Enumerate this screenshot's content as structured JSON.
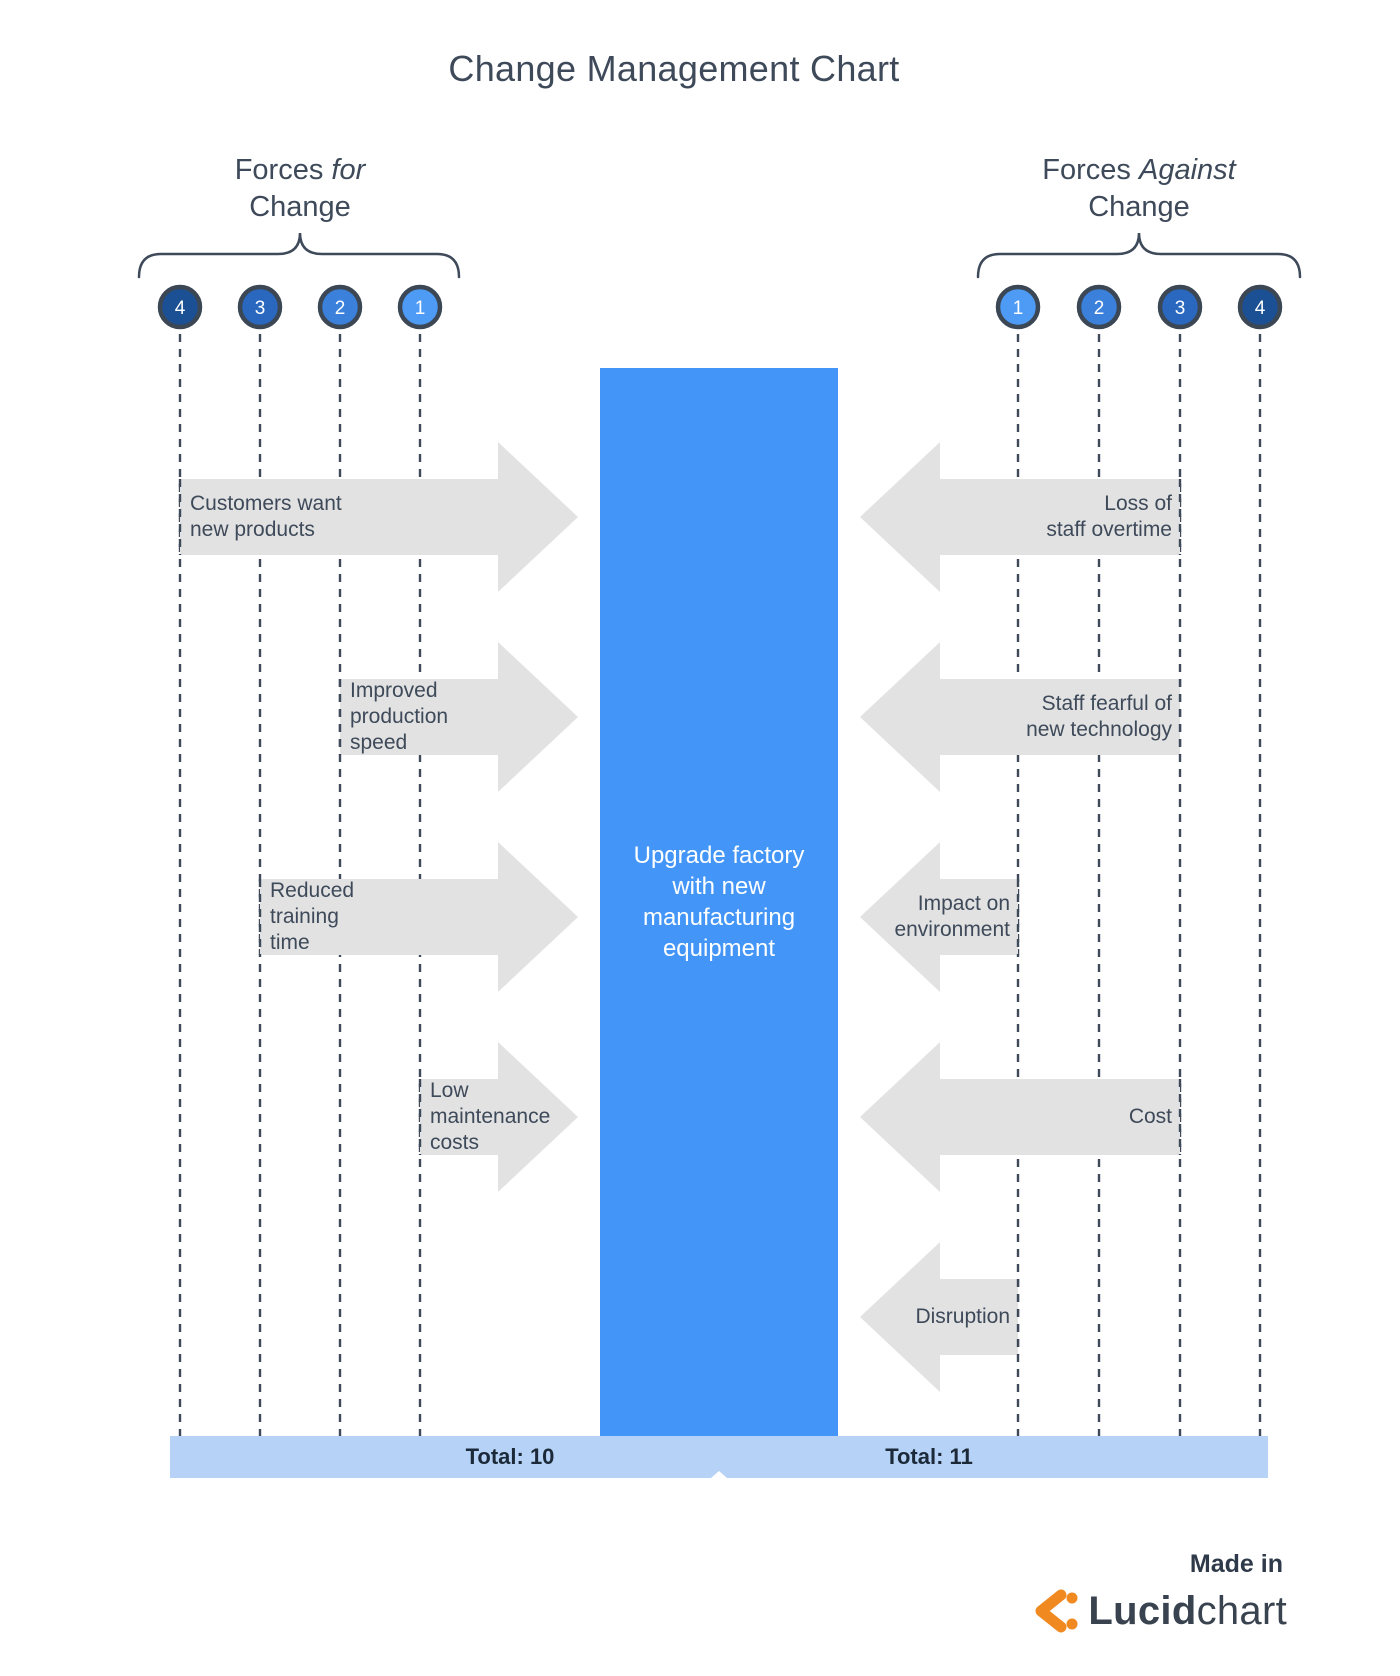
{
  "title": "Change Management Chart",
  "left_group": {
    "prefix": "Forces",
    "italic": "for",
    "line2": "Change"
  },
  "right_group": {
    "prefix": "Forces",
    "italic": "Against",
    "line2": "Change"
  },
  "scale": {
    "left_values": [
      4,
      3,
      2,
      1
    ],
    "right_values": [
      1,
      2,
      3,
      4
    ]
  },
  "center_box": {
    "text": "Upgrade factory with new manufacturing equipment"
  },
  "forces_for": [
    {
      "label": "Customers want\nnew products",
      "strength": 4
    },
    {
      "label": "Improved\nproduction\nspeed",
      "strength": 2
    },
    {
      "label": "Reduced\ntraining\ntime",
      "strength": 3
    },
    {
      "label": "Low\nmaintenance\ncosts",
      "strength": 1
    }
  ],
  "forces_against": [
    {
      "label": "Loss of\nstaff overtime",
      "strength": 3
    },
    {
      "label": "Staff fearful of\nnew technology",
      "strength": 3
    },
    {
      "label": "Impact on\nenvironment",
      "strength": 1
    },
    {
      "label": "Cost",
      "strength": 3
    },
    {
      "label": "Disruption",
      "strength": 1
    }
  ],
  "totals": {
    "left": "Total: 10",
    "right": "Total: 11"
  },
  "footer": {
    "made_in": "Made in",
    "brand_bold": "Lucid",
    "brand_light": "chart"
  },
  "colors": {
    "ink": "#3e4a5a",
    "arrow_fill": "#e2e2e2",
    "box_fill": "#4396f7",
    "bar_fill": "#b6d3f7",
    "total_ink": "#1b2938",
    "circle_border": "#3b4754",
    "circle_fill_1": "#4e9bf5",
    "circle_fill_2": "#3b80da",
    "circle_fill_3": "#2a68c0",
    "circle_fill_4": "#1c5094",
    "brand_orange": "#f0891f"
  }
}
